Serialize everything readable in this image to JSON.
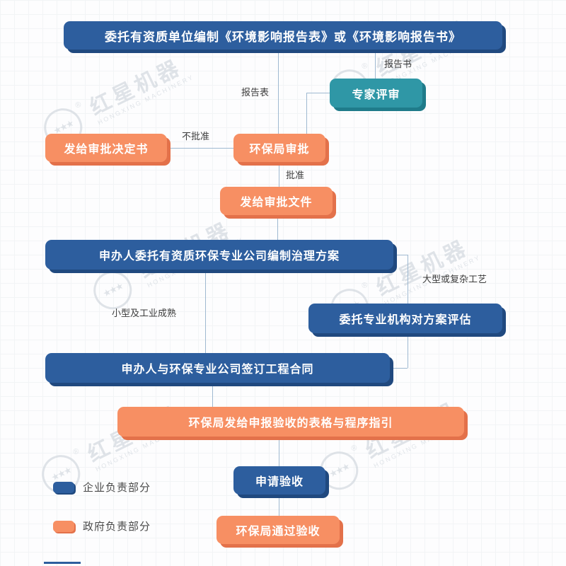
{
  "nodes": {
    "report_compilation": {
      "label": "委托有资质单位编制《环境影响报告表》或《环境影响报告书》",
      "type": "blue"
    },
    "expert_review": {
      "label": "专家评审",
      "type": "teal"
    },
    "epb_approval": {
      "label": "环保局审批",
      "type": "orange"
    },
    "approval_decision_letter": {
      "label": "发给审批决定书",
      "type": "orange"
    },
    "approval_document": {
      "label": "发给审批文件",
      "type": "orange"
    },
    "treatment_plan_compilation": {
      "label": "申办人委托有资质环保专业公司编制治理方案",
      "type": "blue"
    },
    "plan_evaluation": {
      "label": "委托专业机构对方案评估",
      "type": "blue"
    },
    "project_contract": {
      "label": "申办人与环保专业公司签订工程合同",
      "type": "blue"
    },
    "acceptance_forms_guide": {
      "label": "环保局发给申报验收的表格与程序指引",
      "type": "orange"
    },
    "acceptance_application": {
      "label": "申请验收",
      "type": "blue"
    },
    "acceptance_passed": {
      "label": "环保局通过验收",
      "type": "orange"
    }
  },
  "edges": {
    "report_book": "报告书",
    "report_form": "报告表",
    "not_approved": "不批准",
    "approved": "批准",
    "large_complex": "大型或复杂工艺",
    "small_mature": "小型及工业成熟"
  },
  "legend": {
    "enterprise": "企业负责部分",
    "government": "政府负责部分"
  },
  "watermark": {
    "cn": "红星机器",
    "en": "HONGXING MACHINERY",
    "stars": "★★★",
    "registered": "®"
  },
  "colors": {
    "enterprise_blue": "#2d5e9e",
    "government_orange": "#f78f63",
    "review_teal": "#2f97a6",
    "connector": "#9fb9d1"
  }
}
